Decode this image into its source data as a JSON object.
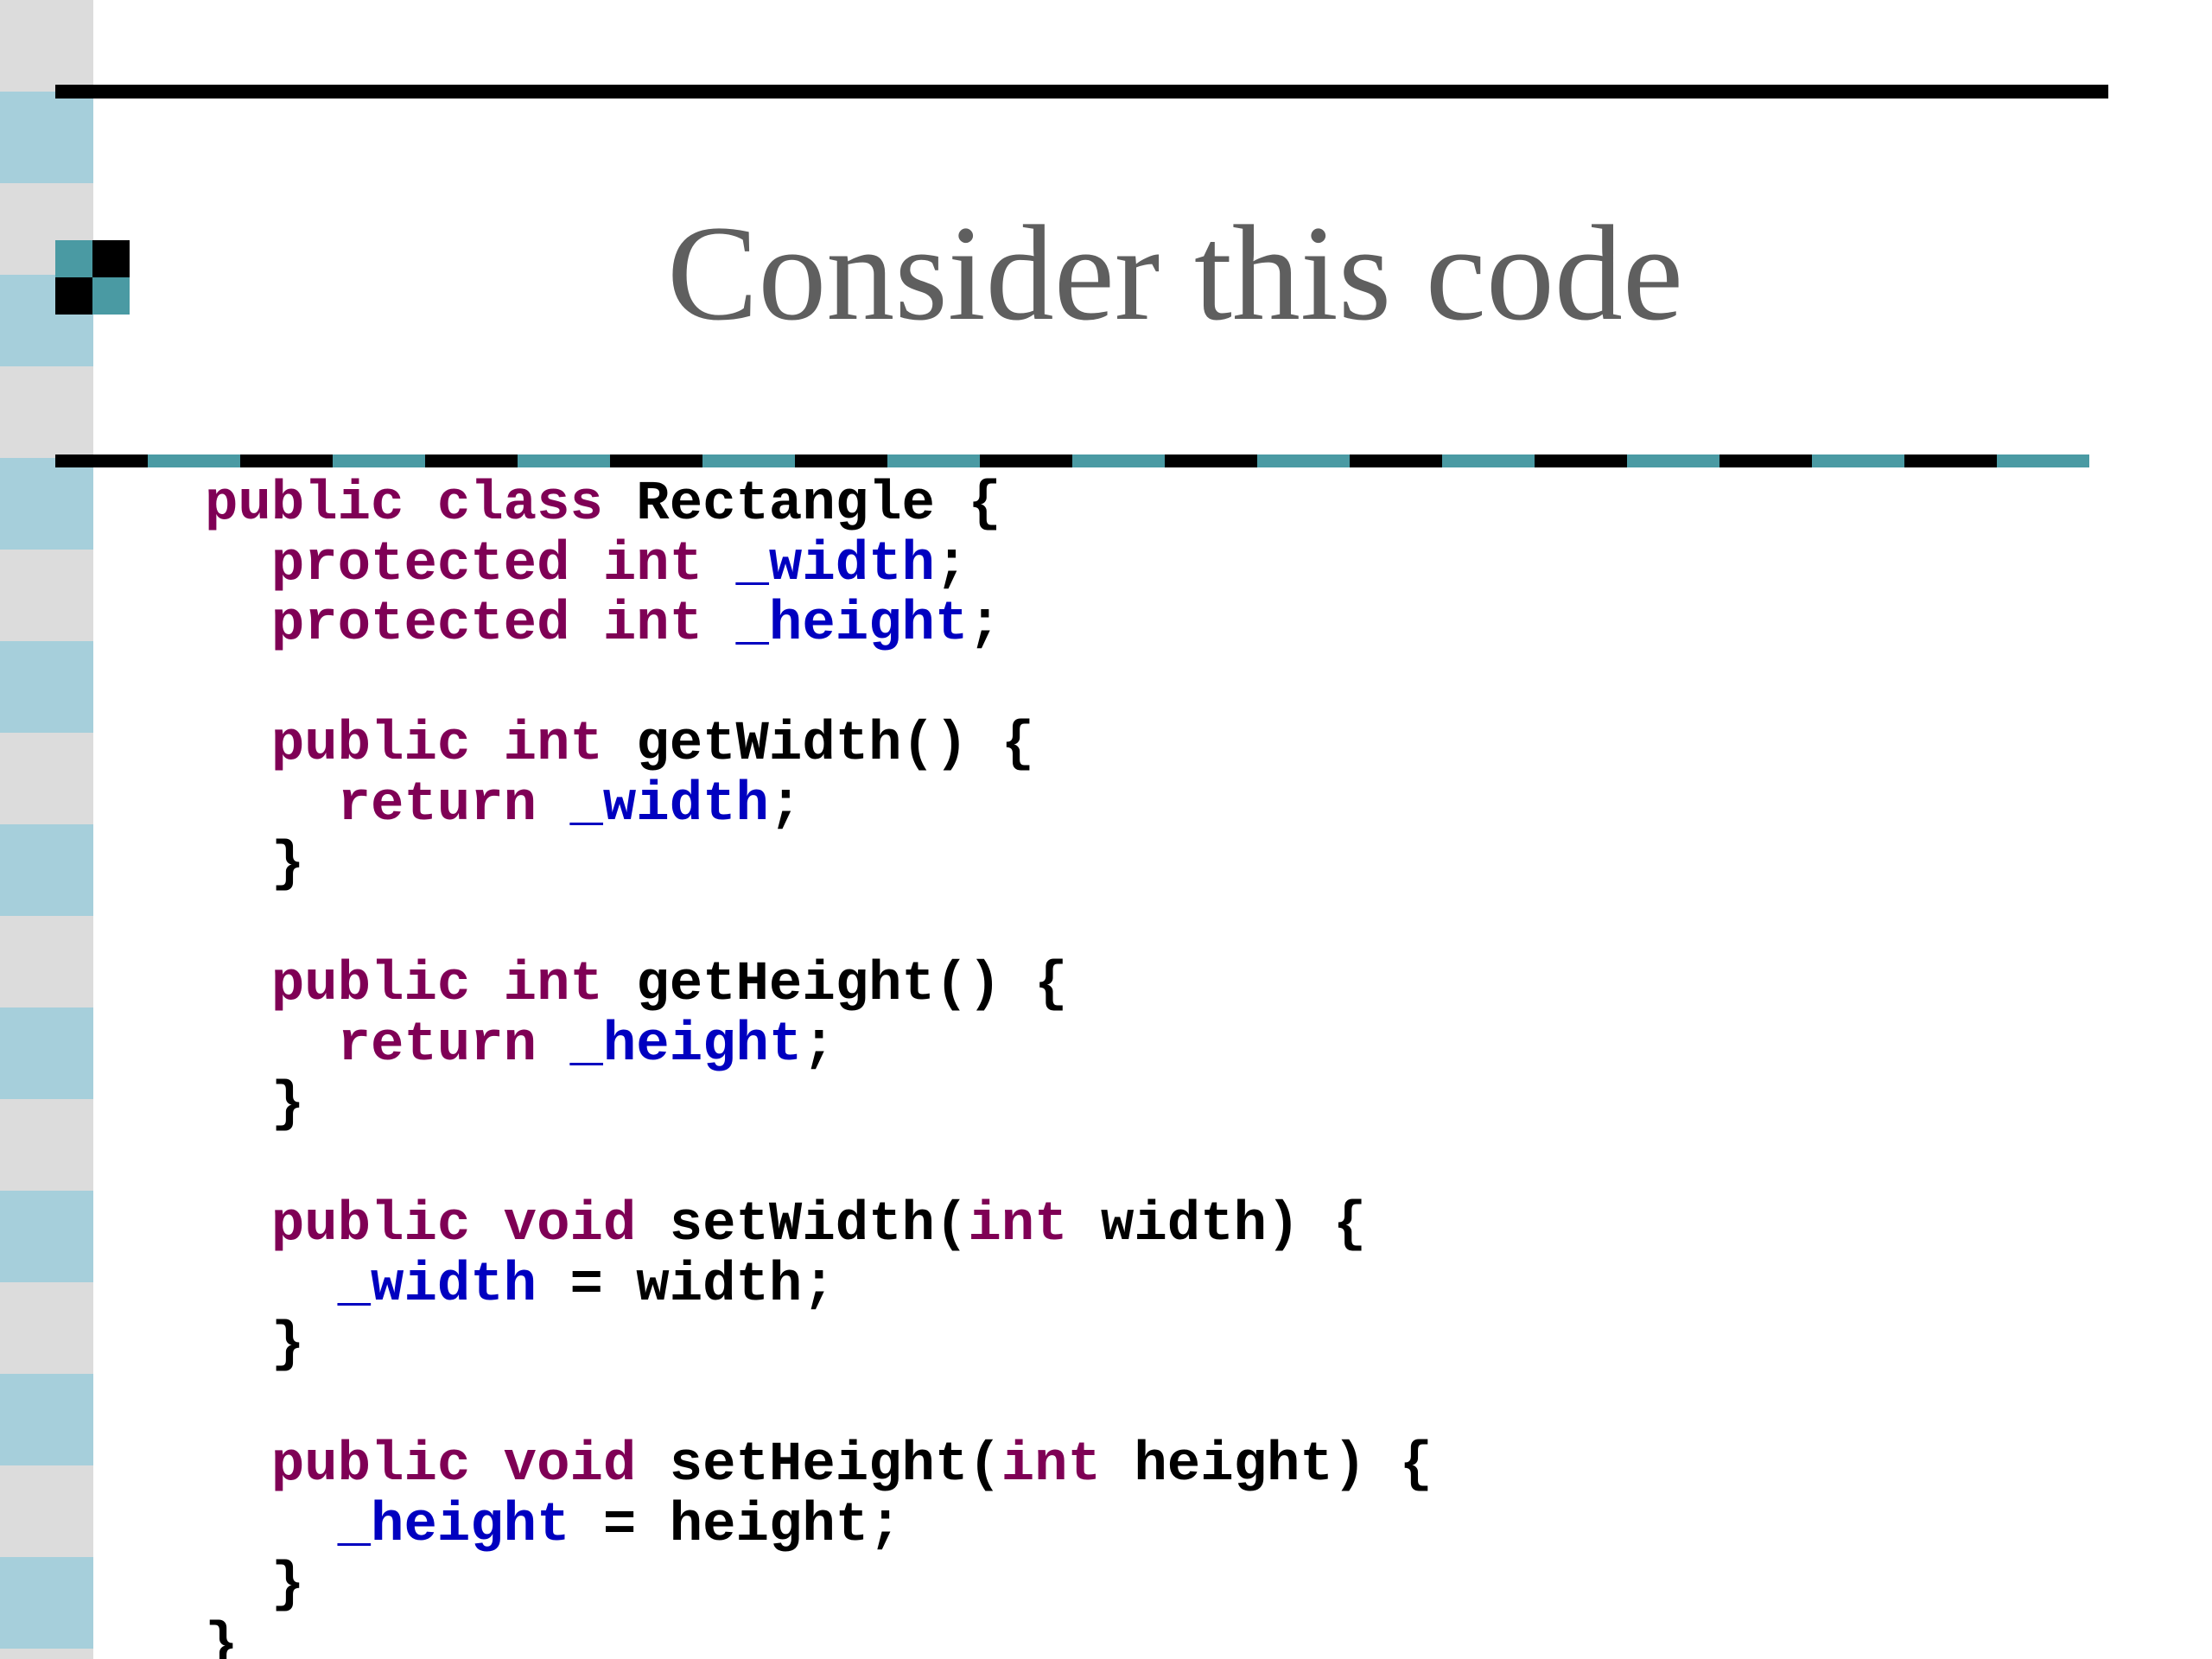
{
  "slide": {
    "title": "Consider this code",
    "colors": {
      "keyword": "#7f0055",
      "field": "#0000c0",
      "plain": "#000000",
      "title": "#5f5f5f",
      "accent_teal": "#4a9aa3",
      "strip_light": "#dcdcdc",
      "strip_blue": "#a6cfdb"
    },
    "icon": "checkered-square-icon",
    "code_lines": [
      {
        "indent": 0,
        "tokens": [
          {
            "t": "public",
            "k": "kw"
          },
          {
            "t": " "
          },
          {
            "t": "class",
            "k": "kw"
          },
          {
            "t": " Rectangle {"
          }
        ]
      },
      {
        "indent": 1,
        "tokens": [
          {
            "t": "protected",
            "k": "kw"
          },
          {
            "t": " "
          },
          {
            "t": "int",
            "k": "kw"
          },
          {
            "t": " "
          },
          {
            "t": "_width",
            "k": "field"
          },
          {
            "t": ";"
          }
        ]
      },
      {
        "indent": 1,
        "tokens": [
          {
            "t": "protected",
            "k": "kw"
          },
          {
            "t": " "
          },
          {
            "t": "int",
            "k": "kw"
          },
          {
            "t": " "
          },
          {
            "t": "_height",
            "k": "field"
          },
          {
            "t": ";"
          }
        ]
      },
      {
        "indent": 0,
        "tokens": []
      },
      {
        "indent": 1,
        "tokens": [
          {
            "t": "public",
            "k": "kw"
          },
          {
            "t": " "
          },
          {
            "t": "int",
            "k": "kw"
          },
          {
            "t": " getWidth() {"
          }
        ]
      },
      {
        "indent": 2,
        "tokens": [
          {
            "t": "return",
            "k": "kw"
          },
          {
            "t": " "
          },
          {
            "t": "_width",
            "k": "field"
          },
          {
            "t": ";"
          }
        ]
      },
      {
        "indent": 1,
        "tokens": [
          {
            "t": "}"
          }
        ]
      },
      {
        "indent": 0,
        "tokens": []
      },
      {
        "indent": 1,
        "tokens": [
          {
            "t": "public",
            "k": "kw"
          },
          {
            "t": " "
          },
          {
            "t": "int",
            "k": "kw"
          },
          {
            "t": " getHeight() {"
          }
        ]
      },
      {
        "indent": 2,
        "tokens": [
          {
            "t": "return",
            "k": "kw"
          },
          {
            "t": " "
          },
          {
            "t": "_height",
            "k": "field"
          },
          {
            "t": ";"
          }
        ]
      },
      {
        "indent": 1,
        "tokens": [
          {
            "t": "}"
          }
        ]
      },
      {
        "indent": 0,
        "tokens": []
      },
      {
        "indent": 1,
        "tokens": [
          {
            "t": "public",
            "k": "kw"
          },
          {
            "t": " "
          },
          {
            "t": "void",
            "k": "kw"
          },
          {
            "t": " setWidth("
          },
          {
            "t": "int",
            "k": "kw"
          },
          {
            "t": " width) {"
          }
        ]
      },
      {
        "indent": 2,
        "tokens": [
          {
            "t": "_width",
            "k": "field"
          },
          {
            "t": " = width;"
          }
        ]
      },
      {
        "indent": 1,
        "tokens": [
          {
            "t": "}"
          }
        ]
      },
      {
        "indent": 0,
        "tokens": []
      },
      {
        "indent": 1,
        "tokens": [
          {
            "t": "public",
            "k": "kw"
          },
          {
            "t": " "
          },
          {
            "t": "void",
            "k": "kw"
          },
          {
            "t": " setHeight("
          },
          {
            "t": "int",
            "k": "kw"
          },
          {
            "t": " height) {"
          }
        ]
      },
      {
        "indent": 2,
        "tokens": [
          {
            "t": "_height",
            "k": "field"
          },
          {
            "t": " = height;"
          }
        ]
      },
      {
        "indent": 1,
        "tokens": [
          {
            "t": "}"
          }
        ]
      },
      {
        "indent": 0,
        "tokens": [
          {
            "t": "}"
          }
        ]
      }
    ]
  }
}
